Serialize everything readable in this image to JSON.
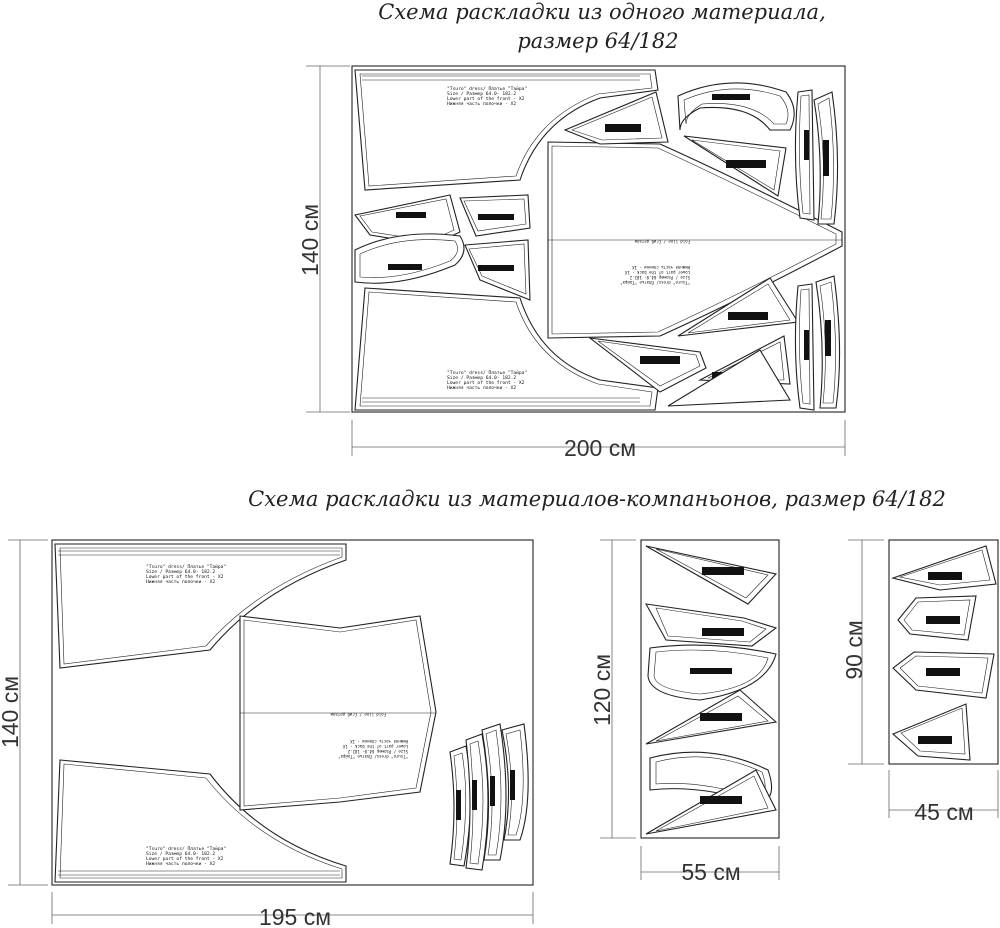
{
  "layout1": {
    "title_line1": "Схема раскладки из одного материала,",
    "title_line2": "размер 64/182",
    "width_label": "200 см",
    "height_label": "140 см"
  },
  "layout2": {
    "title": "Схема раскладки из материалов-компаньонов, размер 64/182",
    "main_width_label": "195 см",
    "main_height_label": "140 см",
    "companion1_width_label": "55 см",
    "companion1_height_label": "120 см",
    "companion2_width_label": "45 см",
    "companion2_height_label": "90 см"
  },
  "piece_labels": {
    "lower_front_line1": "\"Tsuro\" dress/ Платье \"Тайра\"",
    "lower_front_line2": "Size / Размер  64.0- 182.2",
    "lower_front_line3": "Lower part of the front - X2",
    "lower_front_line4": "Нижняя часть полочки - X2",
    "fold_line": "Fold line / Сгиб детали",
    "back_line1": "Нижняя часть спинки - 1X",
    "back_line2": "Lower part of the back - 1X",
    "back_line3": "Size / Размер  64.0- 182.2",
    "back_line4": "\"Tsuro\" dress/ Платье \"Тайра\""
  },
  "colors": {
    "outline": "#222222",
    "dimension_text": "#333333",
    "background": "#ffffff"
  }
}
